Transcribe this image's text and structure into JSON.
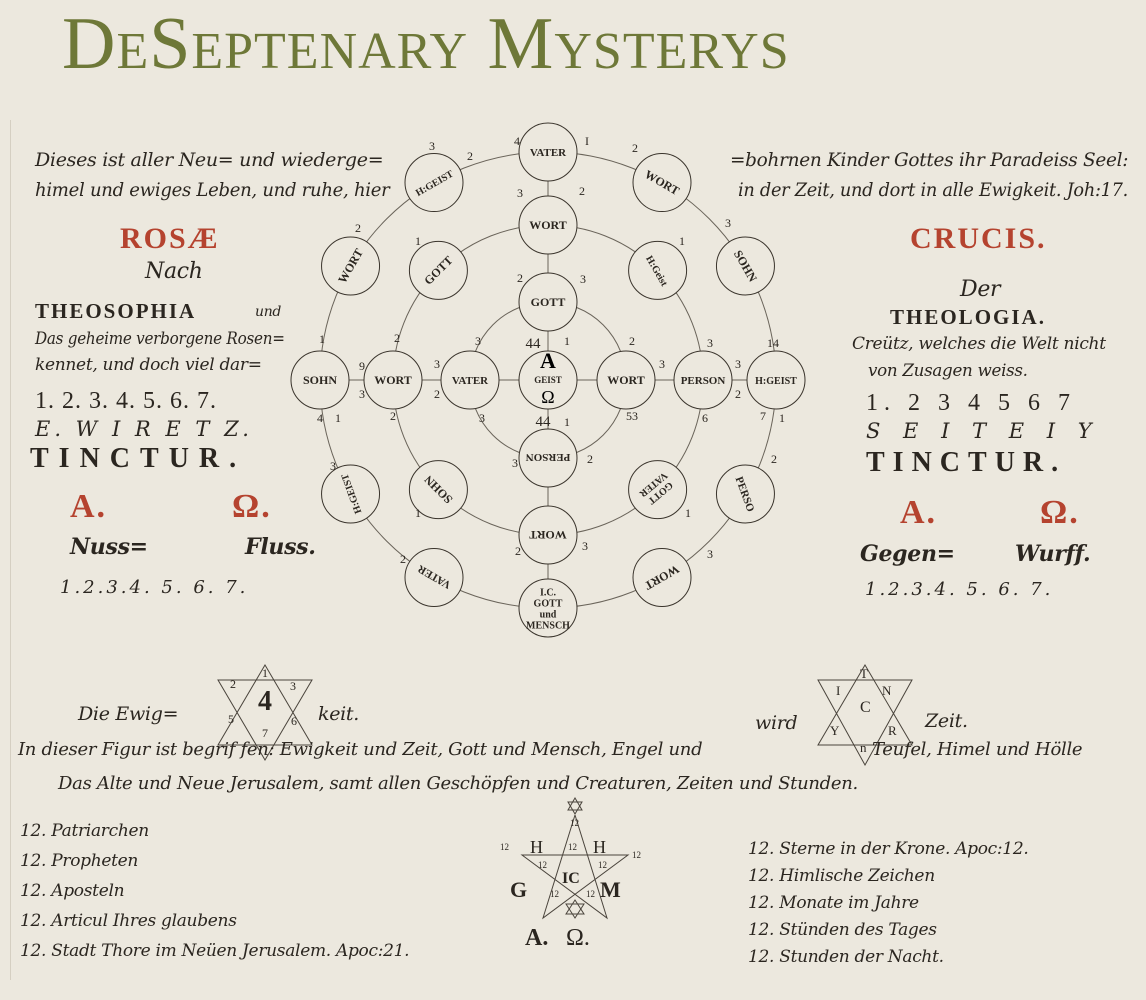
{
  "title": "DeSeptenary Mysterys",
  "header_text": {
    "left_line1": "Dieses ist aller Neu= und wiederge=",
    "left_line2": "himel und ewiges Leben, und ruhe, hier",
    "right_line1": "=bohrnen Kinder Gottes ihr Paradeiss Seel:",
    "right_line2": "in der Zeit, und dort in alle Ewigkeit. Joh:17."
  },
  "left_column": {
    "heading": "ROSÆ",
    "nach": "Nach",
    "theosophia": "THEOSOPHIA",
    "und": "und",
    "line1": "Das geheime verborgene Rosen=",
    "line2": "kennet, und doch viel dar=",
    "numbers": "1. 2. 3. 4. 5. 6. 7.",
    "letters": "E. W I R E T Z.",
    "tinctur": "TINCTUR.",
    "alpha": "A.",
    "omega": "Ω.",
    "word1": "Nuss=",
    "word2": "Fluss.",
    "sequence": "1.2.3.4. 5. 6. 7."
  },
  "right_column": {
    "heading": "CRUCIS.",
    "der": "Der",
    "theologia": "THEOLOGIA.",
    "line1": "Creütz, welches die Welt nicht",
    "line2": "von Zusagen weiss.",
    "numbers": "1. 2 3 4 5 6 7",
    "letters": "S E I T E I Y",
    "tinctur": "TINCTUR.",
    "alpha": "A.",
    "omega": "Ω.",
    "word1": "Gegen=",
    "word2": "Wurff.",
    "sequence": "1.2.3.4. 5. 6. 7."
  },
  "diagram": {
    "center": {
      "top": "A",
      "label": "GEIST",
      "bottom": "Ω"
    },
    "inner": [
      "GOTT",
      "WORT",
      "PERSON",
      "VATER"
    ],
    "middle": [
      "WORT",
      "H:Geist",
      "PERSON",
      "GOTT VATER",
      "WORT",
      "SOHN",
      "WORT",
      "GOTT"
    ],
    "outer": [
      "VATER",
      "WORT",
      "SOHN",
      "H:GEIST",
      "PERSO",
      "WORT",
      "I.C. GOTT und MENSCH",
      "VATER",
      "H:GEIST",
      "SOHN",
      "WORT",
      "H:GEIST"
    ],
    "numbers": [
      "4",
      "I",
      "3",
      "2",
      "2",
      "3",
      "2",
      "2",
      "1",
      "1",
      "3",
      "2",
      "3",
      "1",
      "2",
      "3",
      "44",
      "1",
      "2",
      "3",
      "14",
      "9",
      "3",
      "3",
      "2",
      "3",
      "3",
      "2",
      "4",
      "1",
      "2",
      "3",
      "44",
      "1",
      "53",
      "6",
      "7",
      "1",
      "3",
      "2",
      "3",
      "2",
      "1",
      "1",
      "2",
      "3",
      "3",
      "2"
    ]
  },
  "bottom": {
    "left_star": {
      "center": "4",
      "points": [
        "1",
        "2",
        "3",
        "5",
        "6",
        "7"
      ]
    },
    "right_star": {
      "center": "C",
      "points": [
        "T",
        "I",
        "N",
        "Y",
        "R",
        "n"
      ]
    },
    "die_ewig": "Die Ewig=",
    "keit": "keit.",
    "wird": "wird",
    "zeit": "Zeit.",
    "line1a": "In dieser Figur ist begrif fen: Ewigkeit und Zeit, Gott und Mensch, Engel und",
    "line1b": "Teufel, Himel und Hölle",
    "line2": "Das Alte und Neue Jerusalem, samt allen Geschöpfen und Creaturen, Zeiten und Stunden.",
    "pentagram": {
      "h1": "H",
      "h2": "H",
      "g": "G",
      "m": "M",
      "ic": "IC",
      "twelve": "12",
      "alpha": "A.",
      "omega": "Ω."
    },
    "left_list": [
      "12. Patriarchen",
      "12. Propheten",
      "12. Aposteln",
      "12. Articul Ihres glaubens",
      "12. Stadt Thore im Neüen Jerusalem. Apoc:21."
    ],
    "right_list": [
      "12. Sterne in der Krone. Apoc:12.",
      "12. Himlische Zeichen",
      "12. Monate im Jahre",
      "12. Stünden des Tages",
      "12. Stunden der Nacht."
    ]
  },
  "colors": {
    "paper": "#ece8de",
    "ink": "#2b2620",
    "red": "#b5432f",
    "title": "#6e7838"
  }
}
